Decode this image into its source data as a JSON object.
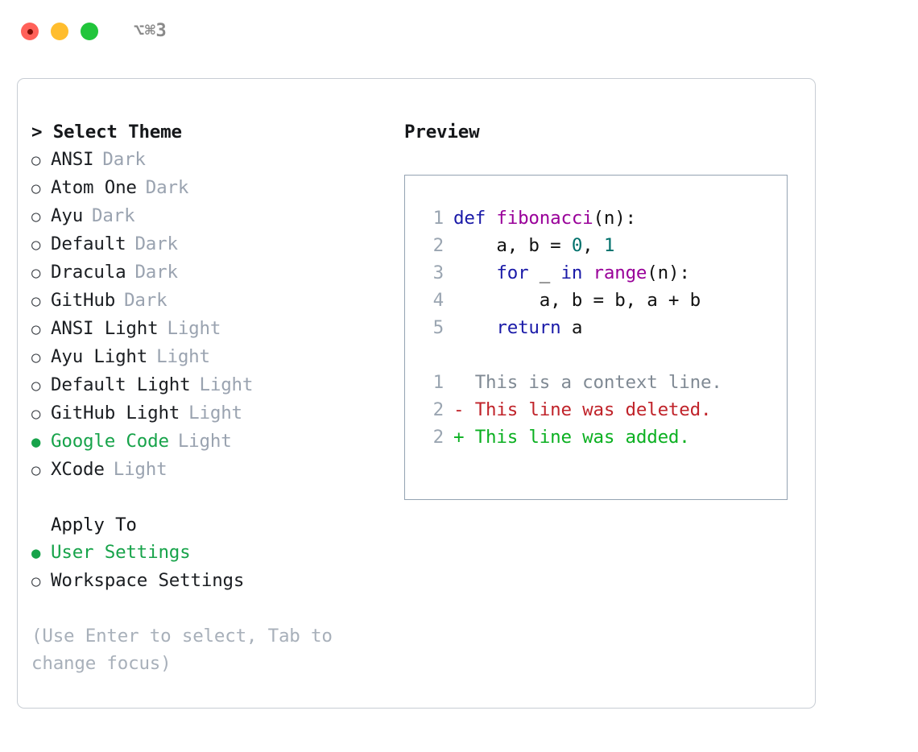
{
  "titlebar": {
    "shortcut": "⌥⌘3",
    "lights": [
      {
        "name": "close",
        "color": "#ff6159"
      },
      {
        "name": "minimize",
        "color": "#ffbd2e"
      },
      {
        "name": "maximize",
        "color": "#21c53b"
      }
    ]
  },
  "theme_picker": {
    "heading": "> Select Theme",
    "bullet_off": "○",
    "bullet_on": "●",
    "options": [
      {
        "label": "ANSI",
        "suffix": "Dark",
        "selected": false
      },
      {
        "label": "Atom One",
        "suffix": "Dark",
        "selected": false
      },
      {
        "label": "Ayu",
        "suffix": "Dark",
        "selected": false
      },
      {
        "label": "Default",
        "suffix": "Dark",
        "selected": false
      },
      {
        "label": "Dracula",
        "suffix": "Dark",
        "selected": false
      },
      {
        "label": "GitHub",
        "suffix": "Dark",
        "selected": false
      },
      {
        "label": "ANSI Light",
        "suffix": "Light",
        "selected": false
      },
      {
        "label": "Ayu Light",
        "suffix": "Light",
        "selected": false
      },
      {
        "label": "Default Light",
        "suffix": "Light",
        "selected": false
      },
      {
        "label": "GitHub Light",
        "suffix": "Light",
        "selected": false
      },
      {
        "label": "Google Code",
        "suffix": "Light",
        "selected": true
      },
      {
        "label": "XCode",
        "suffix": "Light",
        "selected": false
      }
    ]
  },
  "apply_to": {
    "heading": "Apply To",
    "options": [
      {
        "label": "User Settings",
        "selected": true
      },
      {
        "label": "Workspace Settings",
        "selected": false
      }
    ]
  },
  "hint": "(Use Enter to select, Tab to change focus)",
  "preview": {
    "heading": "Preview",
    "code_lines": [
      {
        "num": "1",
        "tokens": [
          {
            "t": "def ",
            "c": "kw"
          },
          {
            "t": "fibonacci",
            "c": "fn"
          },
          {
            "t": "(n):",
            "c": "plain"
          }
        ]
      },
      {
        "num": "2",
        "tokens": [
          {
            "t": "    a, b = ",
            "c": "plain"
          },
          {
            "t": "0",
            "c": "num"
          },
          {
            "t": ", ",
            "c": "plain"
          },
          {
            "t": "1",
            "c": "num"
          }
        ]
      },
      {
        "num": "3",
        "tokens": [
          {
            "t": "    ",
            "c": "plain"
          },
          {
            "t": "for",
            "c": "kw"
          },
          {
            "t": " _ ",
            "c": "plain"
          },
          {
            "t": "in",
            "c": "kw"
          },
          {
            "t": " ",
            "c": "plain"
          },
          {
            "t": "range",
            "c": "fn"
          },
          {
            "t": "(n):",
            "c": "plain"
          }
        ]
      },
      {
        "num": "4",
        "tokens": [
          {
            "t": "        a, b = b, a + b",
            "c": "plain"
          }
        ]
      },
      {
        "num": "5",
        "tokens": [
          {
            "t": "    ",
            "c": "plain"
          },
          {
            "t": "return",
            "c": "kw"
          },
          {
            "t": " a",
            "c": "plain"
          }
        ]
      }
    ],
    "diff_lines": [
      {
        "num": "1",
        "marker": " ",
        "text": "  This is a context line.",
        "kind": "ctx"
      },
      {
        "num": "2",
        "marker": "-",
        "text": " This line was deleted.",
        "kind": "del"
      },
      {
        "num": "2",
        "marker": "+",
        "text": " This line was added.",
        "kind": "add"
      }
    ]
  },
  "colors": {
    "accent_green": "#17a34a",
    "muted_gray": "#9aa3b0",
    "hint_gray": "#a8b0ba",
    "panel_border": "#c8cdd4",
    "preview_border": "#94a3b3",
    "keyword_blue": "#1a1aa8",
    "function_purple": "#990099",
    "number_teal": "#00706b",
    "diff_del_red": "#c0232a",
    "diff_add_green": "#0bb021",
    "lineno_gray": "#9aa5b1"
  }
}
